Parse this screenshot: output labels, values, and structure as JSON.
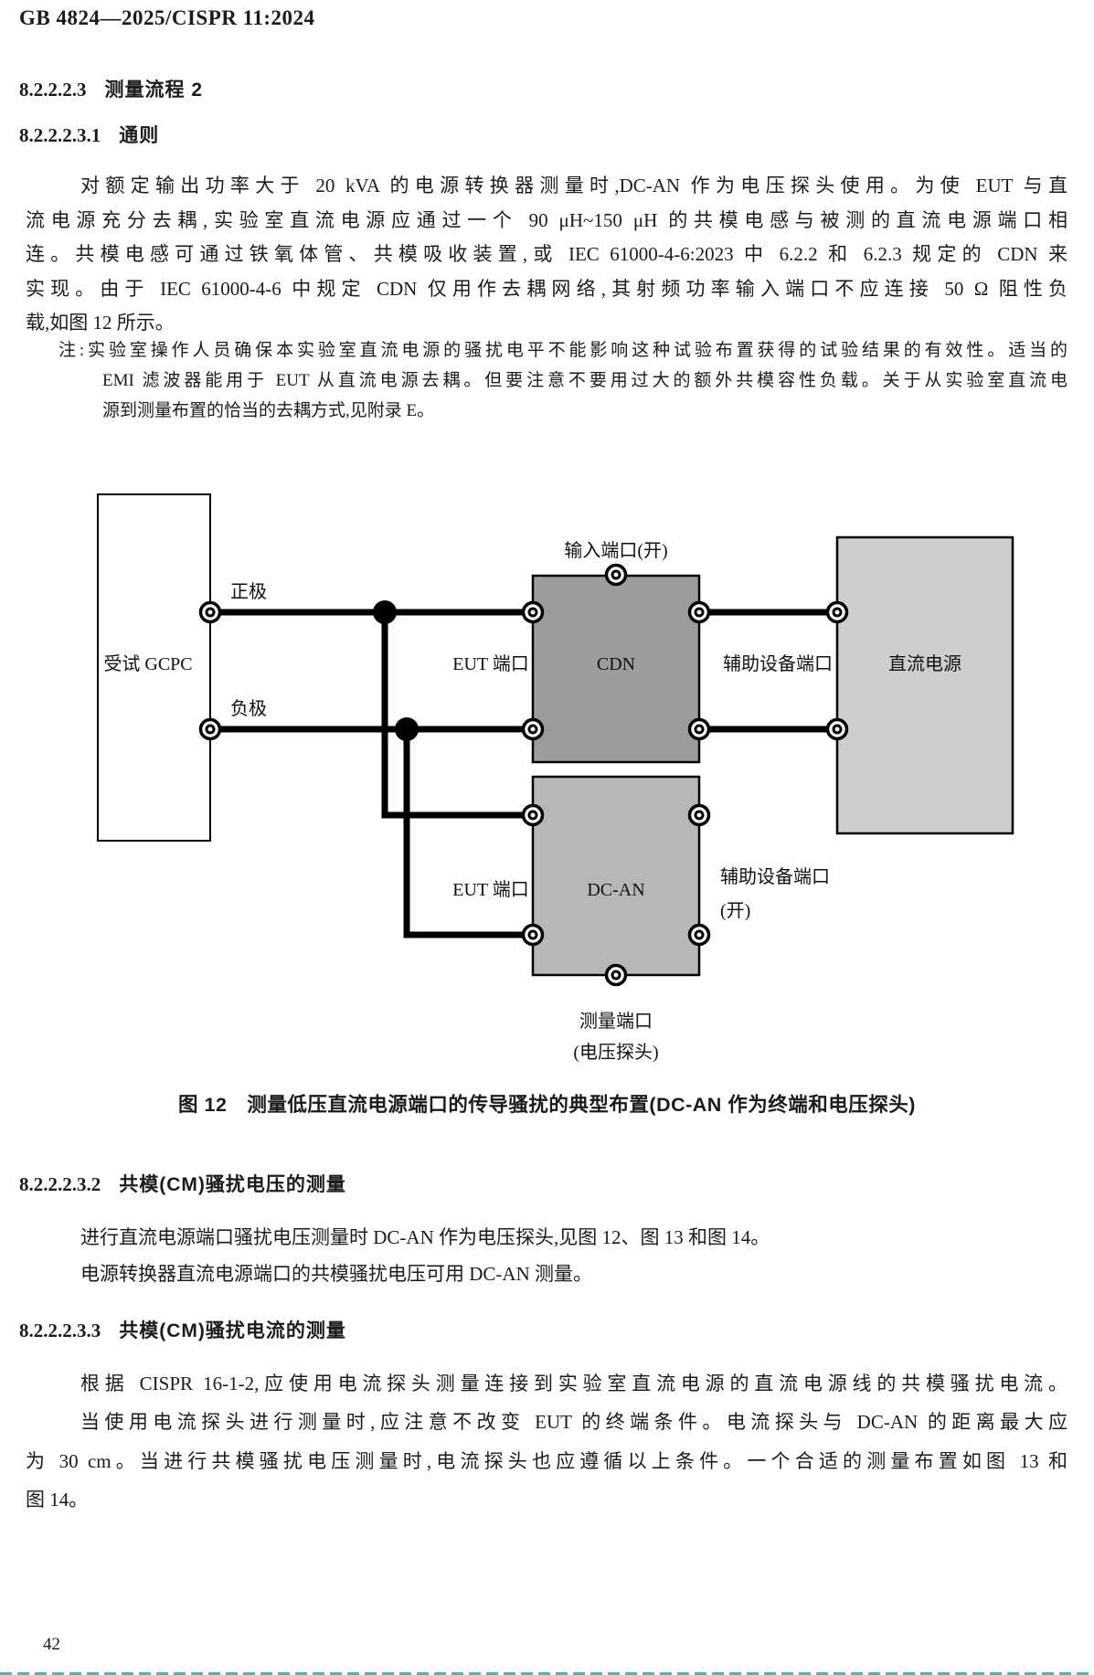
{
  "page": {
    "header": "GB 4824—2025/CISPR 11:2024",
    "page_number": "42",
    "footer_strip_color": "#35a79c"
  },
  "headings": {
    "h1": {
      "num": "8.2.2.2.3",
      "title": "测量流程 2"
    },
    "h2": {
      "num": "8.2.2.2.3.1",
      "title": "通则"
    },
    "h3": {
      "num": "8.2.2.2.3.2",
      "title": "共模(CM)骚扰电压的测量"
    },
    "h4": {
      "num": "8.2.2.2.3.3",
      "title": "共模(CM)骚扰电流的测量"
    }
  },
  "para1": {
    "l1": "对额定输出功率大于 20 kVA 的电源转换器测量时,DC-AN 作为电压探头使用。为使 EUT 与直",
    "l2": "流电源充分去耦,实验室直流电源应通过一个 90 μH~150 μH 的共模电感与被测的直流电源端口相",
    "l3": "连。共模电感可通过铁氧体管、共模吸收装置,或 IEC 61000-4-6:2023 中 6.2.2 和 6.2.3 规定的 CDN 来",
    "l4": "实现。由于 IEC 61000-4-6 中规定 CDN 仅用作去耦网络,其射频功率输入端口不应连接 50 Ω 阻性负",
    "l5": "载,如图 12 所示。"
  },
  "note": {
    "l1": "注:实验室操作人员确保本实验室直流电源的骚扰电平不能影响这种试验布置获得的试验结果的有效性。适当的",
    "l2": "EMI 滤波器能用于 EUT 从直流电源去耦。但要注意不要用过大的额外共模容性负载。关于从实验室直流电",
    "l3": "源到测量布置的恰当的去耦方式,见附录 E。"
  },
  "figure": {
    "caption": "图 12　测量低压直流电源端口的传导骚扰的典型布置(DC-AN 作为终端和电压探头)",
    "labels": {
      "eut_device": "受试 GCPC",
      "positive": "正极",
      "negative": "负极",
      "input_port_open": "输入端口(开)",
      "eut_port_top": "EUT 端口",
      "cdn": "CDN",
      "aux_port_top": "辅助设备端口",
      "dc_source": "直流电源",
      "eut_port_bottom": "EUT 端口",
      "dc_an": "DC-AN",
      "aux_port_bottom": "辅助设备端口",
      "aux_port_bottom_open": "(开)",
      "measure_port": "测量端口",
      "measure_port_sub": "(电压探头)"
    },
    "colors": {
      "cdn_fill": "#9c9c9c",
      "dc_an_fill": "#b7b7b7",
      "dc_source_fill": "#cecece"
    }
  },
  "para2": {
    "l1": "进行直流电源端口骚扰电压测量时 DC-AN 作为电压探头,见图 12、图 13 和图 14。",
    "l2": "电源转换器直流电源端口的共模骚扰电压可用 DC-AN 测量。"
  },
  "para3": {
    "l1": "根据 CISPR 16-1-2,应使用电流探头测量连接到实验室直流电源的直流电源线的共模骚扰电流。",
    "l2": "当使用电流探头进行测量时,应注意不改变 EUT 的终端条件。电流探头与 DC-AN 的距离最大应",
    "l3": "为 30 cm。当进行共模骚扰电压测量时,电流探头也应遵循以上条件。一个合适的测量布置如图 13 和",
    "l4": "图 14。"
  }
}
